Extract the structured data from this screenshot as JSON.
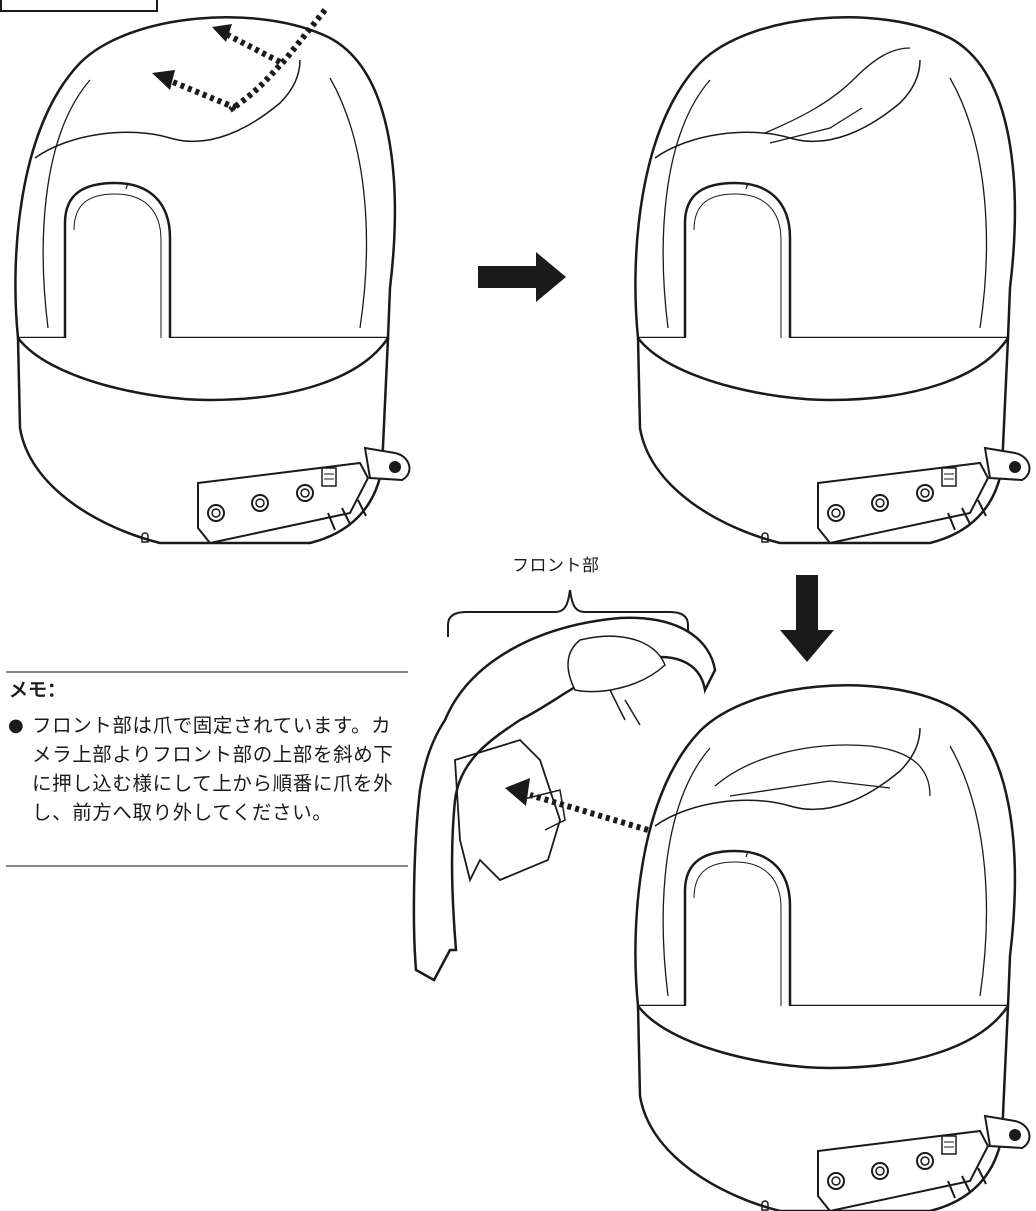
{
  "labels": {
    "front_part": "フロント部"
  },
  "memo": {
    "title": "メモ：",
    "bullet": "●",
    "text": "フロント部は爪で固定されています。カメラ上部よりフロント部の上部を斜め下に押し込む様にして上から順番に爪を外し、前方へ取り外してください。"
  },
  "colors": {
    "line": "#1a1a1a",
    "rule": "#8a8a8a",
    "background": "#ffffff"
  }
}
